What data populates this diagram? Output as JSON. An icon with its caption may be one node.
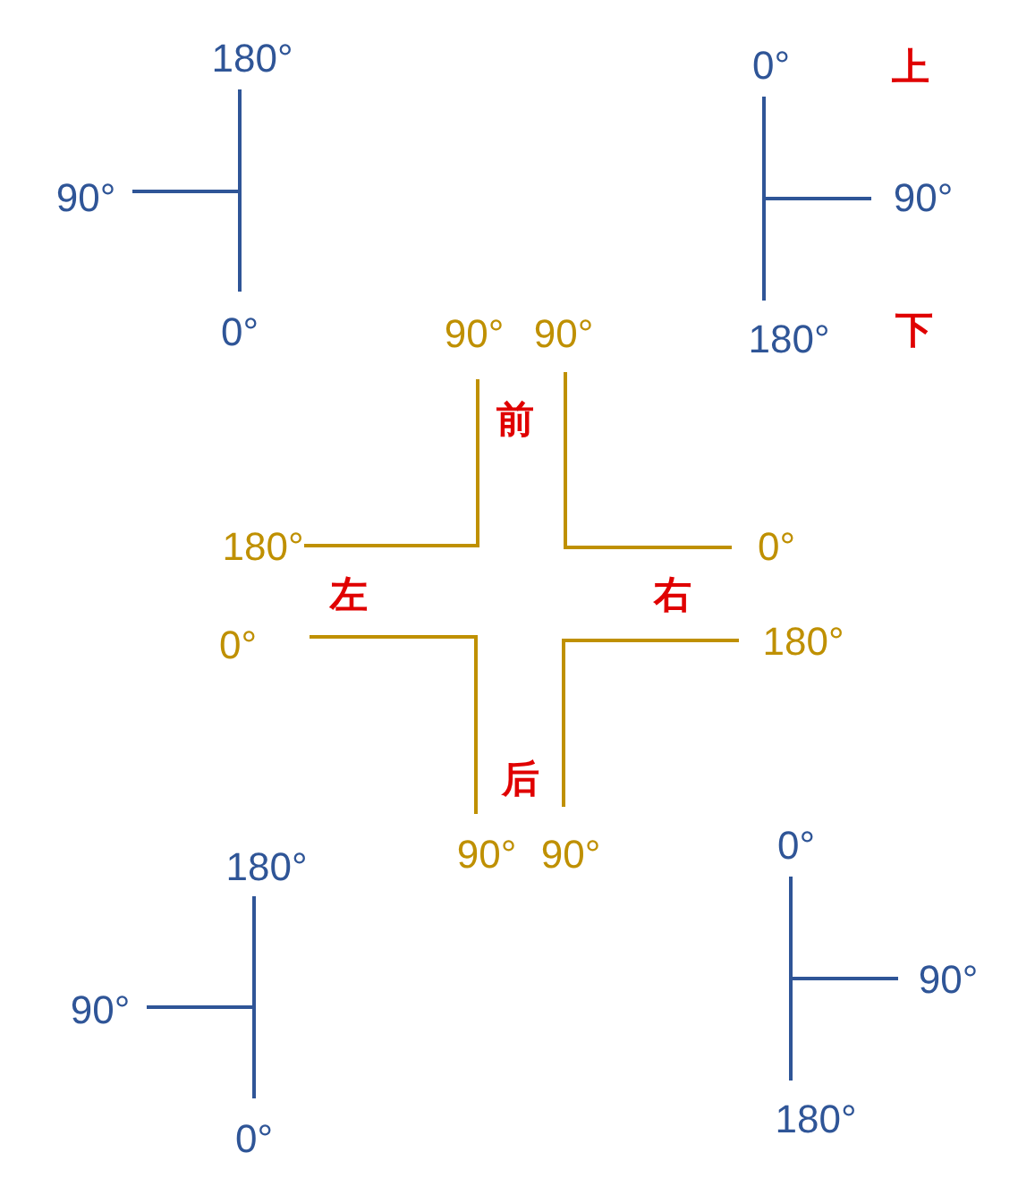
{
  "diagram": {
    "labels": [
      "180°",
      "0°",
      "上",
      "90°",
      "90°",
      "0°",
      "90°",
      "90°",
      "180°",
      "下",
      "前",
      "180°",
      "0°",
      "左",
      "右",
      "0°",
      "180°",
      "后",
      "180°",
      "90°",
      "90°",
      "0°",
      "90°",
      "90°",
      "0°",
      "180°"
    ]
  }
}
